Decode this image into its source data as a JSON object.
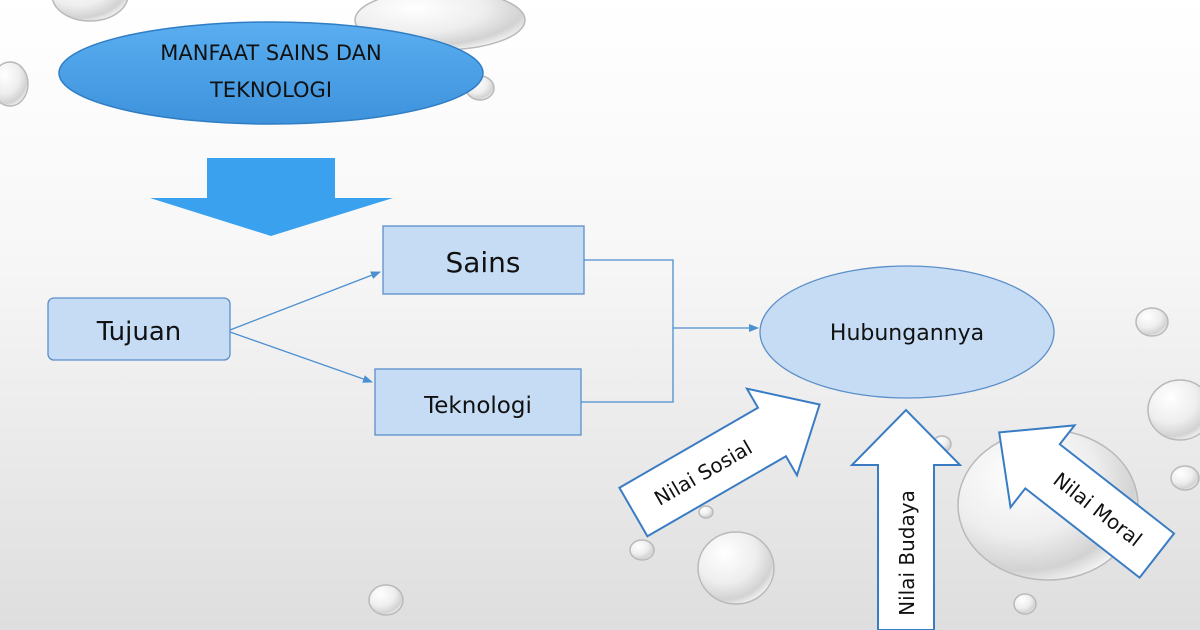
{
  "title": {
    "line1": "MANFAAT SAINS DAN",
    "line2": "TEKNOLOGI"
  },
  "nodes": {
    "tujuan": "Tujuan",
    "sains": "Sains",
    "teknologi": "Teknologi",
    "hubungannya": "Hubungannya"
  },
  "values": {
    "sosial": "Nilai Sosial",
    "budaya": "Nilai Budaya",
    "moral": "Nilai Moral"
  },
  "colors": {
    "title_oval": "#4a9fe6",
    "box_fill": "#c6dcf5",
    "box_border": "#5b8fc9",
    "down_arrow": "#3aa1ee",
    "connector": "#4a8fd0",
    "value_arrow_border": "#3a7cc4"
  }
}
